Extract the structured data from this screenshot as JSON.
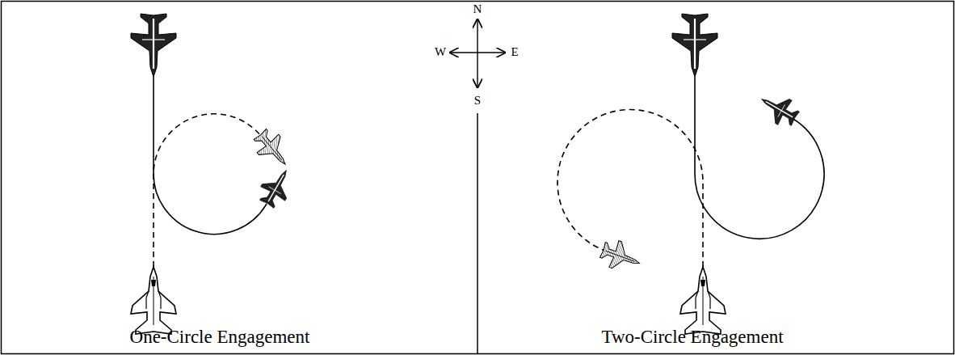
{
  "diagram": {
    "labels": [
      "N",
      "W",
      "E",
      "S",
      "One-Circle Engagement",
      "Two-Circle Engagement"
    ]
  }
}
